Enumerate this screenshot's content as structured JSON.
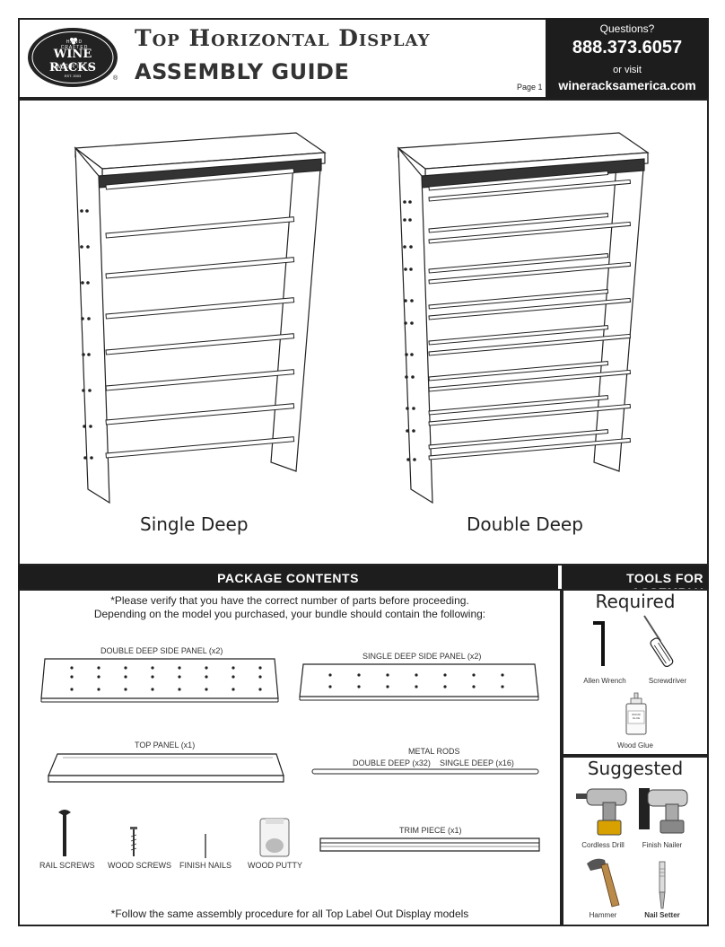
{
  "header": {
    "logo_top": "HAND  CRAFTED",
    "logo_main": "WINE RACKS",
    "logo_sub": "AMERICA",
    "logo_est": "EST. 2003",
    "logo_reg": "®",
    "title_line1": "Top Horizontal Display",
    "title_line2": "ASSEMBLY GUIDE",
    "page": "Page 1",
    "questions": "Questions?",
    "phone": "888.373.6057",
    "or_visit": "or visit",
    "website": "wineracksamerica.com"
  },
  "illustrations": {
    "single_caption": "Single Deep",
    "double_caption": "Double Deep"
  },
  "sections": {
    "package_contents": "PACKAGE CONTENTS",
    "tools_for_assembly": "TOOLS FOR ASSEMBLY"
  },
  "package": {
    "note_line1": "*Please verify that you have the correct number of parts before proceeding.",
    "note_line2": "Depending on the model you purchased, your bundle should contain the following:",
    "double_side_panel": "DOUBLE DEEP SIDE PANEL (x2)",
    "single_side_panel": "SINGLE DEEP SIDE PANEL (x2)",
    "top_panel": "TOP PANEL (x1)",
    "metal_rods": "METAL RODS",
    "rods_double": "DOUBLE DEEP (x32)",
    "rods_single": "SINGLE DEEP (x16)",
    "trim_piece": "TRIM PIECE (x1)",
    "rail_screws": "RAIL SCREWS",
    "wood_screws": "WOOD SCREWS",
    "finish_nails": "FINISH NAILS",
    "wood_putty": "WOOD PUTTY",
    "footer_note": "*Follow the same assembly procedure for all Top Label Out Display models"
  },
  "tools": {
    "required_title": "Required",
    "allen_wrench": "Allen Wrench",
    "screwdriver": "Screwdriver",
    "wood_glue": "Wood Glue",
    "glue_bottle_text": "WOOD GLUE",
    "suggested_title": "Suggested",
    "cordless_drill": "Cordless Drill",
    "finish_nailer": "Finish Nailer",
    "hammer": "Hammer",
    "nail_setter": "Nail Setter"
  },
  "colors": {
    "bar": "#1d1d1d",
    "border": "#222222",
    "wood": "#ffffff",
    "drill": "#d8a100"
  },
  "icons": [
    "allen-wrench-icon",
    "screwdriver-icon",
    "wood-glue-icon",
    "cordless-drill-icon",
    "finish-nailer-icon",
    "hammer-icon",
    "nail-setter-icon"
  ]
}
